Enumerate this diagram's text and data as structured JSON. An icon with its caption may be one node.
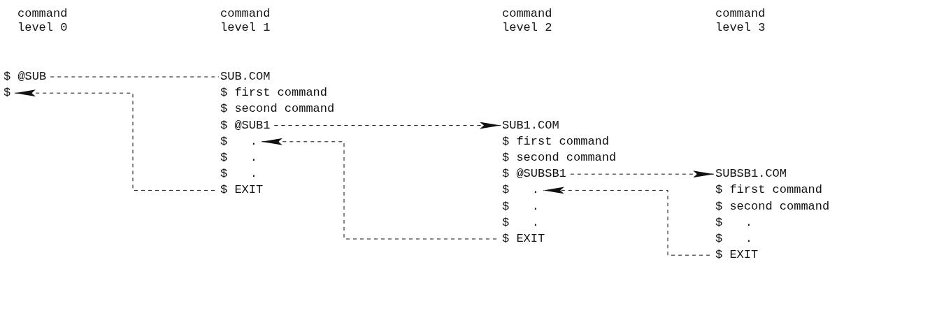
{
  "diagram": {
    "nodes": [
      {
        "text": [
          "$ @SUB"
        ]
      },
      {
        "text": [
          "$"
        ]
      },
      {
        "text": [
          "SUB.COM"
        ]
      },
      {
        "text": [
          "$ @SUB1"
        ]
      },
      {
        "text": [
          "$ ."
        ]
      },
      {
        "text": [
          "$ EXIT"
        ]
      },
      {
        "text": [
          "SUB1.COM"
        ]
      },
      {
        "text": [
          "$ @SUBSB1"
        ]
      },
      {
        "text": [
          "$ ."
        ]
      },
      {
        "text": [
          "$ EXIT"
        ]
      },
      {
        "text": [
          "SUBSB1.COM"
        ]
      },
      {
        "text": [
          "$ EXIT"
        ]
      }
    ],
    "edges": [
      {
        "from": 0,
        "to": 2,
        "arrow": "none",
        "style": "dashed"
      },
      {
        "from": 5,
        "to": 1,
        "arrow": "to",
        "style": "dashed"
      },
      {
        "from": 3,
        "to": 6,
        "arrow": "to",
        "style": "dashed"
      },
      {
        "from": 9,
        "to": 4,
        "arrow": "to",
        "style": "dashed"
      },
      {
        "from": 7,
        "to": 10,
        "arrow": "to",
        "style": "dashed"
      },
      {
        "from": 11,
        "to": 8,
        "arrow": "to",
        "style": "dashed"
      }
    ],
    "labels": [
      "command level 0",
      "command level 1",
      "command level 2",
      "command level 3",
      "$ first command",
      "$ second command",
      "$ first command",
      "$ .",
      "$ second command",
      "$ .",
      "$ first command",
      "$ .",
      "$ second command",
      "$ .",
      "$ .",
      "$ ."
    ]
  }
}
